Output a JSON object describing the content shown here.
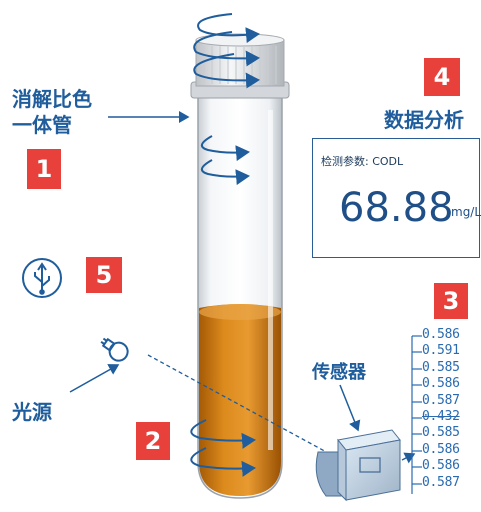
{
  "labels": {
    "tube": "消解比色一体管",
    "tube_line1": "消解比色",
    "tube_line2": "一体管",
    "data_analysis": "数据分析",
    "light_source": "光源",
    "sensor": "传感器"
  },
  "badges": [
    "1",
    "2",
    "3",
    "4",
    "5"
  ],
  "panel": {
    "param_label": "检测参数: CODL",
    "value": "68.88",
    "unit": "mg/L"
  },
  "readings": [
    "0.586",
    "0.591",
    "0.585",
    "0.586",
    "0.587",
    "0.432",
    "0.585",
    "0.586",
    "0.586",
    "0.587"
  ],
  "colors": {
    "accent_blue": "#1f5d9c",
    "badge_red": "#e8403a",
    "liquid_orange": "#d07a10"
  },
  "icons": [
    "usb-icon",
    "light-bulb-icon",
    "rotation-arrow-icon",
    "sensor-box-icon"
  ]
}
